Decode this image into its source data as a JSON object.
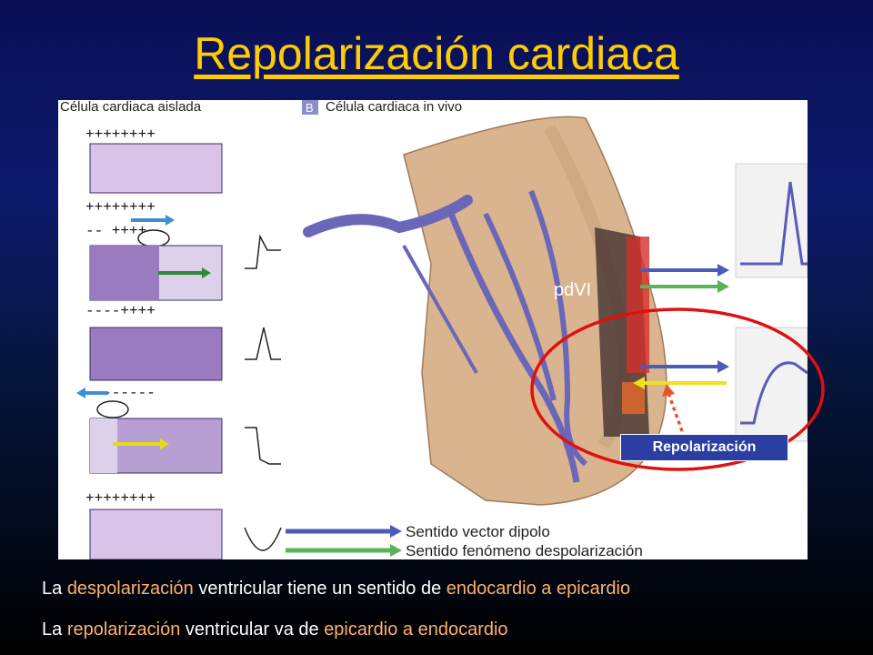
{
  "slide": {
    "title": "Repolarización cardiaca",
    "figure": {
      "panel_a_title": "Célula cardiaca aislada",
      "panel_b_letter": "B",
      "panel_b_title": "Célula cardiaca in vivo",
      "region_label": "pdVI",
      "legend": [
        {
          "label": "Sentido vector dipolo",
          "color": "#4a5bb8"
        },
        {
          "label": "Sentido fenómeno despolarización",
          "color": "#59b35a"
        }
      ],
      "callout": "Repolarización"
    },
    "captions": [
      {
        "prefix": "La ",
        "term": "despolarización",
        "middle": " ventricular tiene un sentido de ",
        "direction": "endocardio a epicardio"
      },
      {
        "prefix": "La ",
        "term": "repolarización",
        "middle": " ventricular va de ",
        "direction": "epicardio a endocardio"
      }
    ],
    "colors": {
      "title": "#ffcc00",
      "highlight": "#ffb070",
      "circle": "#e01010",
      "callout_bg": "#2b3ea2"
    }
  }
}
